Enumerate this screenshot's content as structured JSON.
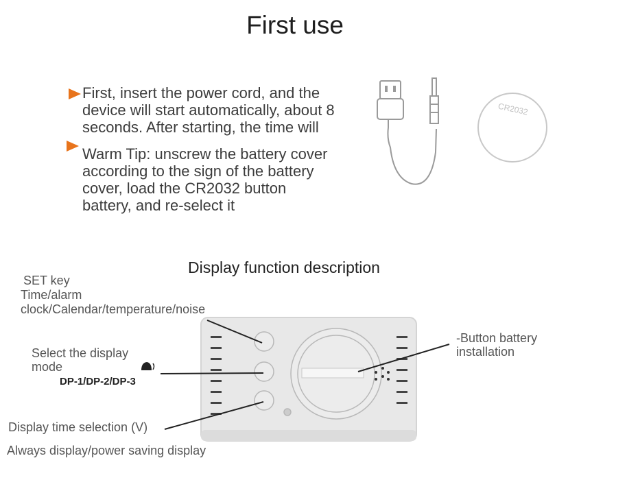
{
  "title": "First use",
  "steps": [
    {
      "text_lines": [
        "First, insert the power cord, and the",
        "device will start automatically, about 8",
        "seconds. After starting, the time will"
      ],
      "icon": "orange-arrow-icon"
    },
    {
      "text_lines": [
        "Warm Tip: unscrew the battery cover",
        "according to the sign of the battery",
        "cover, load the CR2032 button",
        "battery, and re-select it"
      ],
      "icon": "orange-arrow-icon"
    }
  ],
  "battery_label": "CR2032",
  "section_title": "Display function description",
  "callouts": {
    "set_key": {
      "lines": [
        "SET key",
        "Time/alarm",
        "clock/Calendar/temperature/noise"
      ]
    },
    "display_mode": {
      "lines": [
        "Select the display",
        "mode"
      ],
      "options": "DP-1/DP-2/DP-3"
    },
    "time_selection": {
      "lines": [
        "Display time selection (V)"
      ]
    },
    "always_display": {
      "lines": [
        "Always display/power saving display"
      ]
    },
    "battery_installation": {
      "lines": [
        "-Button battery",
        "installation"
      ]
    }
  },
  "colors": {
    "accent": "#e8741c",
    "text": "#3c3c3c",
    "device": "#e6e6e6"
  }
}
